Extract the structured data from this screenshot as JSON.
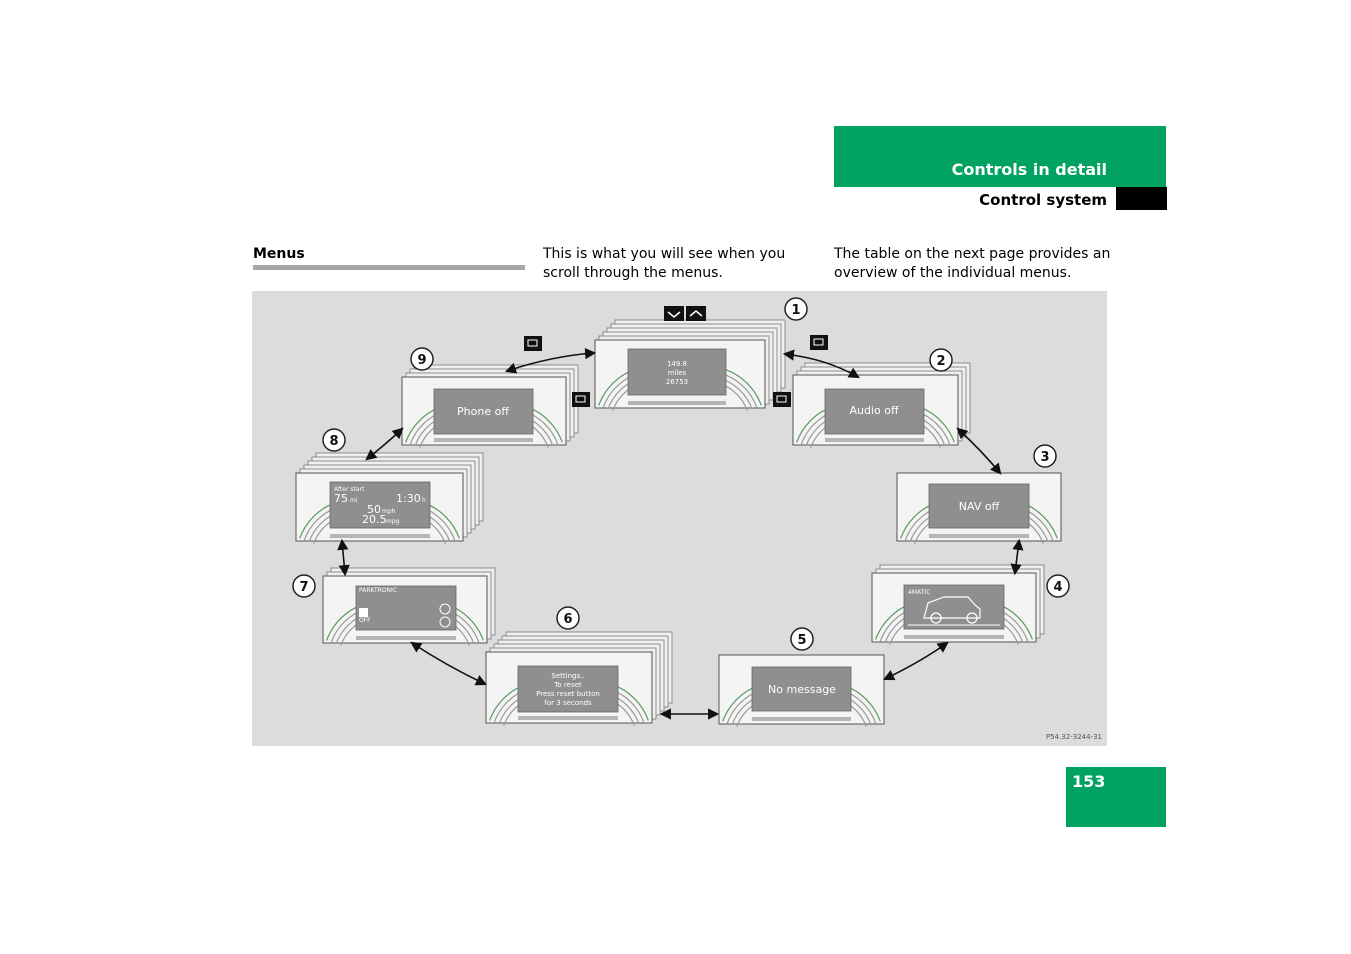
{
  "header": {
    "title": "Controls in detail",
    "subtitle": "Control system"
  },
  "section": {
    "heading": "Menus",
    "col2": "This is what you will see when you scroll through the menus.",
    "col3": "The table on the next page provides an overview of the individual menus."
  },
  "figure": {
    "code": "P54.32-3244-31",
    "screens": [
      {
        "num": "1",
        "lines": [
          "149.8",
          "miles",
          "26753"
        ]
      },
      {
        "num": "2",
        "lines": [
          "Audio off"
        ]
      },
      {
        "num": "3",
        "lines": [
          "NAV off"
        ]
      },
      {
        "num": "4",
        "lines": [
          "4MATIC"
        ]
      },
      {
        "num": "5",
        "lines": [
          "No message"
        ]
      },
      {
        "num": "6",
        "lines": [
          "Settings..",
          "To reset",
          "Press reset button",
          "for 3 seconds"
        ]
      },
      {
        "num": "7",
        "lines": [
          "PARKTRONIC",
          "OFF"
        ]
      },
      {
        "num": "8",
        "lines": [
          "After start",
          "75",
          "mi",
          "1:30",
          "h",
          "50",
          "mph",
          "20.5",
          "mpg"
        ]
      },
      {
        "num": "9",
        "lines": [
          "Phone off"
        ]
      }
    ]
  },
  "page_number": "153"
}
